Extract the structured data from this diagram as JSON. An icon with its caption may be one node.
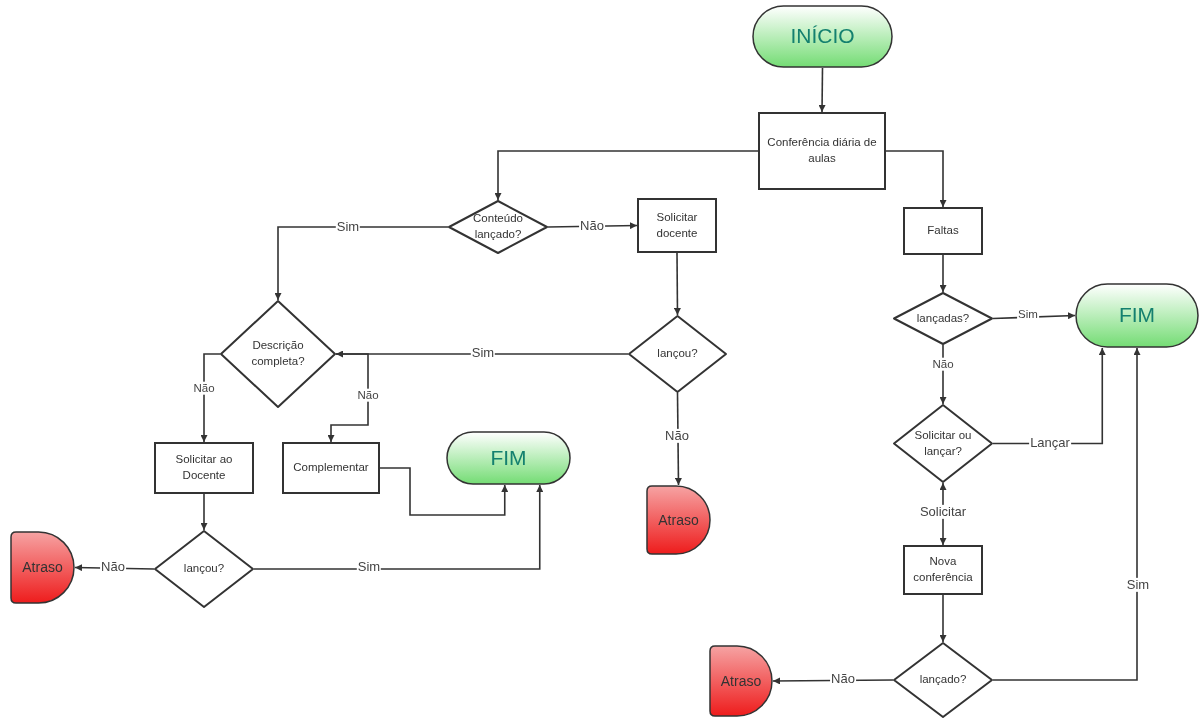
{
  "diagram": {
    "nodes": [
      {
        "text": [
          "INÍCIO"
        ]
      },
      {
        "text": [
          "Conferência diária de aulas"
        ]
      },
      {
        "text": [
          "Conteúdo lançado?"
        ]
      },
      {
        "text": [
          "Solicitar docente"
        ]
      },
      {
        "text": [
          "Faltas"
        ]
      },
      {
        "text": [
          "Descrição completa?"
        ]
      },
      {
        "text": [
          "lançou?"
        ]
      },
      {
        "text": [
          "lançadas?"
        ]
      },
      {
        "text": [
          "FIM"
        ]
      },
      {
        "text": [
          "Solicitar ao Docente"
        ]
      },
      {
        "text": [
          "Complementar"
        ]
      },
      {
        "text": [
          "FIM"
        ]
      },
      {
        "text": [
          "Solicitar ou lançar?"
        ]
      },
      {
        "text": [
          "Atraso"
        ]
      },
      {
        "text": [
          "Atraso"
        ]
      },
      {
        "text": [
          "lançou?"
        ]
      },
      {
        "text": [
          "Nova conferência"
        ]
      },
      {
        "text": [
          "lançado?"
        ]
      },
      {
        "text": [
          "Atraso"
        ]
      }
    ],
    "edges": [
      {
        "from": 0,
        "to": 1,
        "arrow": "to"
      },
      {
        "from": 1,
        "to": 2,
        "arrow": "to"
      },
      {
        "from": 1,
        "to": 4,
        "arrow": "to"
      },
      {
        "from": 2,
        "to": 5,
        "arrow": "to",
        "label": "Sim"
      },
      {
        "from": 2,
        "to": 3,
        "arrow": "to",
        "label": "Não"
      },
      {
        "from": 3,
        "to": 6,
        "arrow": "to"
      },
      {
        "from": 6,
        "to": 5,
        "arrow": "to",
        "label": "Sim"
      },
      {
        "from": 6,
        "to": 13,
        "arrow": "to",
        "label": "Não"
      },
      {
        "from": 5,
        "to": 9,
        "arrow": "to",
        "label": "Não"
      },
      {
        "from": 5,
        "to": 10,
        "arrow": "to",
        "label": "Não"
      },
      {
        "from": 9,
        "to": 15,
        "arrow": "to"
      },
      {
        "from": 15,
        "to": 14,
        "arrow": "to",
        "label": "Não"
      },
      {
        "from": 15,
        "to": 11,
        "arrow": "to",
        "label": "Sim"
      },
      {
        "from": 10,
        "to": 11,
        "arrow": "to"
      },
      {
        "from": 4,
        "to": 7,
        "arrow": "to"
      },
      {
        "from": 7,
        "to": 8,
        "arrow": "to",
        "label": "Sim"
      },
      {
        "from": 7,
        "to": 12,
        "arrow": "to",
        "label": "Não"
      },
      {
        "from": 12,
        "to": 8,
        "arrow": "to",
        "label": "Lançar"
      },
      {
        "from": 12,
        "to": 16,
        "arrow": "both",
        "label": "Solicitar"
      },
      {
        "from": 16,
        "to": 17,
        "arrow": "to"
      },
      {
        "from": 17,
        "to": 18,
        "arrow": "to",
        "label": "Não"
      },
      {
        "from": 17,
        "to": 8,
        "arrow": "to",
        "label": "Sim"
      }
    ]
  }
}
